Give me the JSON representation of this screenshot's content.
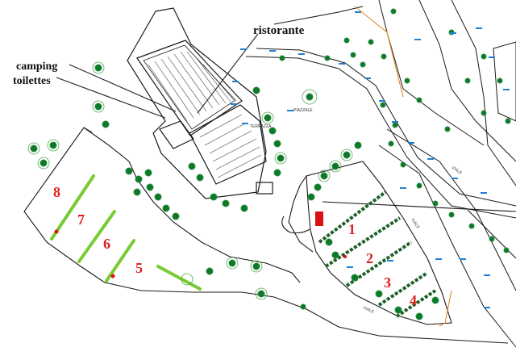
{
  "labels": {
    "ristorante": "ristorante",
    "camping": "camping",
    "toilettes": "toilettes",
    "piazzale": "PIAZZALE",
    "terrazza": "TERRAZZA",
    "viale_1": "VIALE",
    "viale_2": "VIALE",
    "viale_3": "VIALE"
  },
  "zones": [
    "1",
    "2",
    "3",
    "4",
    "5",
    "6",
    "7",
    "8"
  ],
  "colors": {
    "zone_number": "#e02020",
    "tent_row": "#77cc33",
    "tree": "#0a7a2a",
    "outline": "#1a1a1a",
    "utility_blue": "#1e7fd6",
    "utility_orange": "#e08a2a",
    "hedge": "#1f5f2a",
    "marker_red": "#dd1111"
  }
}
